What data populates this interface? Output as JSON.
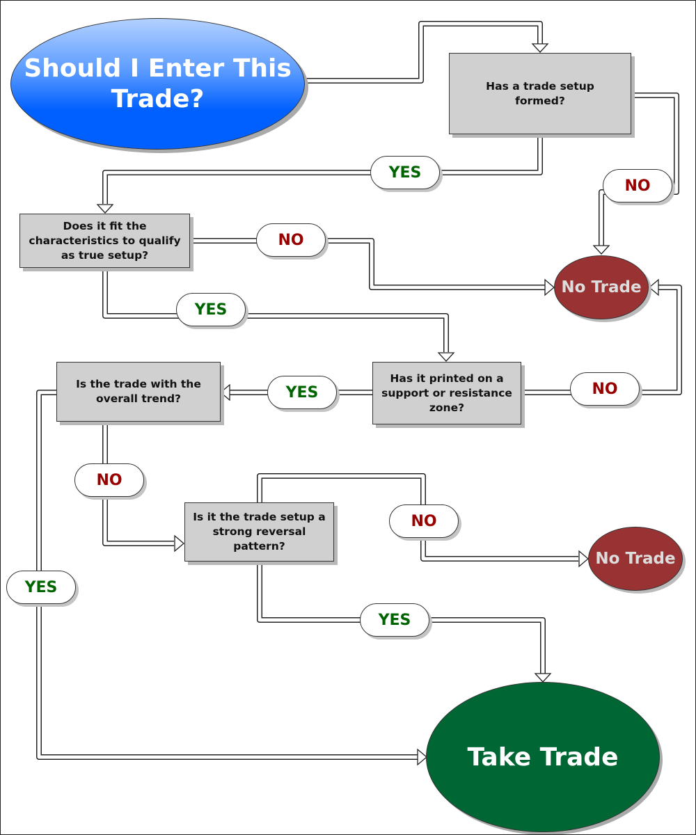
{
  "start": "Should I Enter This Trade?",
  "questions": {
    "q1": "Has a trade setup formed?",
    "q2": "Does it fit the characteristics to qualify as true setup?",
    "q3": "Has it printed on a support or resistance zone?",
    "q4": "Is the trade with the overall trend?",
    "q5": "Is it the trade setup a strong reversal pattern?"
  },
  "labels": {
    "yes": "YES",
    "no": "NO"
  },
  "outcomes": {
    "no_trade": "No Trade",
    "take_trade": "Take Trade"
  },
  "colors": {
    "start": "#0060ff",
    "no_trade": "#993333",
    "take_trade": "#006633",
    "yes_text": "#006400",
    "no_text": "#990000",
    "box": "#d0d0d0"
  }
}
